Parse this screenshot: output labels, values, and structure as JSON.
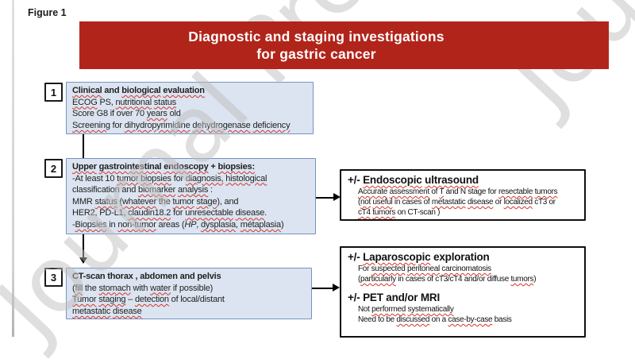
{
  "figure_label": "Figure 1",
  "banner": {
    "line1": "Diagnostic and staging investigations",
    "line2": "for gastric cancer"
  },
  "colors": {
    "banner_bg": "#b1241a",
    "banner_text": "#ffffff",
    "box_fill": "#dbe4f0",
    "box_border": "#7693c4",
    "black_border": "#101010",
    "squiggle": "#d5342b",
    "text_color": "#1f1f1f",
    "watermark_color": "#c0c0c0"
  },
  "watermark": {
    "text": "Journal Pre-proof"
  },
  "steps": [
    {
      "number": "1",
      "lines": [
        {
          "cls": "t",
          "seg": [
            {
              "t": "Clinical",
              "sq": 1
            },
            {
              "t": " and "
            },
            {
              "t": "biological",
              "sq": 1
            },
            {
              "t": " "
            },
            {
              "t": "evaluation",
              "sq": 1
            }
          ]
        },
        {
          "cls": "",
          "seg": [
            {
              "t": "ECOG",
              "sq": 1
            },
            {
              "t": " PS, "
            },
            {
              "t": "nutritional",
              "sq": 1
            },
            {
              "t": " "
            },
            {
              "t": "status",
              "sq": 1
            }
          ]
        },
        {
          "cls": "",
          "seg": [
            {
              "t": "Score G8 if over 70 "
            },
            {
              "t": "years",
              "sq": 1
            },
            {
              "t": " old"
            }
          ]
        },
        {
          "cls": "",
          "seg": [
            {
              "t": "Screening",
              "sq": 1
            },
            {
              "t": " for "
            },
            {
              "t": "dihydropyrimidine",
              "sq": 1
            },
            {
              "t": " "
            },
            {
              "t": "dehydrogenase",
              "sq": 1
            },
            {
              "t": " "
            },
            {
              "t": "deficiency",
              "sq": 1
            }
          ]
        }
      ]
    },
    {
      "number": "2",
      "lines": [
        {
          "cls": "t",
          "seg": [
            {
              "t": "Upper",
              "sq": 1
            },
            {
              "t": " "
            },
            {
              "t": "gastrointestinal",
              "sq": 1
            },
            {
              "t": " "
            },
            {
              "t": "endoscopy",
              "sq": 1
            },
            {
              "t": " + "
            },
            {
              "t": "biopsies:",
              "sq": 1
            }
          ]
        },
        {
          "cls": "",
          "seg": [
            {
              "t": "-At least 10 "
            },
            {
              "t": "tumor",
              "sq": 1
            },
            {
              "t": " "
            },
            {
              "t": "biopsies",
              "sq": 1
            },
            {
              "t": " for "
            },
            {
              "t": "diagnosis,",
              "sq": 1
            },
            {
              "t": " "
            },
            {
              "t": "histological",
              "sq": 1
            }
          ]
        },
        {
          "cls": "",
          "seg": [
            {
              "t": "classification and "
            },
            {
              "t": "biomarker",
              "sq": 1
            },
            {
              "t": " "
            },
            {
              "t": "analysis",
              "sq": 1
            },
            {
              "t": " :"
            }
          ]
        },
        {
          "cls": "",
          "seg": [
            {
              "t": "MMR "
            },
            {
              "t": "status",
              "sq": 1
            },
            {
              "t": " ("
            },
            {
              "t": "whatever",
              "sq": 1
            },
            {
              "t": " the "
            },
            {
              "t": "tumor",
              "sq": 1
            },
            {
              "t": " "
            },
            {
              "t": "stage",
              "sq": 1
            },
            {
              "t": "), and"
            }
          ]
        },
        {
          "cls": "",
          "seg": [
            {
              "t": "HER2, PD-L1, "
            },
            {
              "t": "claudin18.2",
              "sq": 1
            },
            {
              "t": " for "
            },
            {
              "t": "unresectable",
              "sq": 1
            },
            {
              "t": " "
            },
            {
              "t": "disease",
              "sq": 1
            },
            {
              "t": "."
            }
          ]
        },
        {
          "cls": "",
          "seg": [
            {
              "t": "-"
            },
            {
              "t": "Biopsies",
              "sq": 1
            },
            {
              "t": " in "
            },
            {
              "t": "non-tumor",
              "sq": 1
            },
            {
              "t": " areas ("
            },
            {
              "t": "HP",
              "i": 1
            },
            {
              "t": ", "
            },
            {
              "t": "dysplasia",
              "sq": 1
            },
            {
              "t": ", "
            },
            {
              "t": "métaplasia",
              "sq": 1
            },
            {
              "t": ")"
            }
          ]
        }
      ]
    },
    {
      "number": "3",
      "lines": [
        {
          "cls": "t",
          "seg": [
            {
              "t": "CT-scan thorax , abdomen and pelvis"
            }
          ]
        },
        {
          "cls": "",
          "seg": [
            {
              "t": "("
            },
            {
              "t": "fill",
              "sq": 1
            },
            {
              "t": " the "
            },
            {
              "t": "stomach",
              "sq": 1
            },
            {
              "t": " with "
            },
            {
              "t": "water",
              "sq": 1
            },
            {
              "t": " if possible)"
            }
          ]
        },
        {
          "cls": "",
          "seg": [
            {
              "t": "Tumor",
              "sq": 1
            },
            {
              "t": " "
            },
            {
              "t": "staging",
              "sq": 1
            },
            {
              "t": " – "
            },
            {
              "t": "detection",
              "sq": 1
            },
            {
              "t": " of local/distant"
            }
          ]
        },
        {
          "cls": "",
          "seg": [
            {
              "t": "metastatic",
              "sq": 1
            },
            {
              "t": " "
            },
            {
              "t": "disease",
              "sq": 1
            }
          ]
        }
      ]
    }
  ],
  "side_boxes": [
    {
      "lines": [
        {
          "cls": "h",
          "seg": [
            {
              "t": "+/- "
            },
            {
              "t": "Endoscopic",
              "sq": 1
            },
            {
              "t": " "
            },
            {
              "t": "ultrasound",
              "sq": 1
            }
          ]
        },
        {
          "cls": "ind",
          "seg": [
            {
              "t": "Accurate",
              "sq": 1
            },
            {
              "t": " "
            },
            {
              "t": "assessment",
              "sq": 1
            },
            {
              "t": " of "
            },
            {
              "t": "T",
              "sq": 1
            },
            {
              "t": " and N stage for "
            },
            {
              "t": "resectable",
              "sq": 1
            },
            {
              "t": " "
            },
            {
              "t": "tumors",
              "sq": 1
            }
          ]
        },
        {
          "cls": "ind",
          "seg": [
            {
              "t": "("
            },
            {
              "t": "not",
              "sq": 1
            },
            {
              "t": " "
            },
            {
              "t": "useful",
              "sq": 1
            },
            {
              "t": " in cases of "
            },
            {
              "t": "metastatic",
              "sq": 1
            },
            {
              "t": " "
            },
            {
              "t": "disease",
              "sq": 1
            },
            {
              "t": " or "
            },
            {
              "t": "localized",
              "sq": 1
            },
            {
              "t": " cT3 or"
            }
          ]
        },
        {
          "cls": "ind",
          "seg": [
            {
              "t": "cT4",
              "sq": 1
            },
            {
              "t": " "
            },
            {
              "t": "tumors",
              "sq": 1
            },
            {
              "t": " on CT-scan )"
            }
          ]
        }
      ]
    },
    {
      "lines": [
        {
          "cls": "h",
          "seg": [
            {
              "t": "+/- "
            },
            {
              "t": "Laparoscopic",
              "sq": 1
            },
            {
              "t": " exploration"
            }
          ]
        },
        {
          "cls": "ind",
          "seg": [
            {
              "t": "For "
            },
            {
              "t": "suspected",
              "sq": 1
            },
            {
              "t": " "
            },
            {
              "t": "peritoneal",
              "sq": 1
            },
            {
              "t": " "
            },
            {
              "t": "carcinomatosis",
              "sq": 1
            }
          ]
        },
        {
          "cls": "ind",
          "seg": [
            {
              "t": "("
            },
            {
              "t": "particularly",
              "sq": 1
            },
            {
              "t": " in cases of cT3/cT4 and/or diffuse "
            },
            {
              "t": "tumors",
              "sq": 1
            },
            {
              "t": ")"
            }
          ]
        },
        {
          "cls": "gap",
          "seg": []
        },
        {
          "cls": "h",
          "seg": [
            {
              "t": "+/- PET and/or MRI"
            }
          ]
        },
        {
          "cls": "ind",
          "seg": [
            {
              "t": "Not "
            },
            {
              "t": "performed",
              "sq": 1
            },
            {
              "t": " "
            },
            {
              "t": "systematically",
              "sq": 1
            }
          ]
        },
        {
          "cls": "ind",
          "seg": [
            {
              "t": "Need to be "
            },
            {
              "t": "discussed",
              "sq": 1
            },
            {
              "t": " on a "
            },
            {
              "t": "case-by-case",
              "sq": 1
            },
            {
              "t": " basis"
            }
          ]
        }
      ]
    }
  ]
}
